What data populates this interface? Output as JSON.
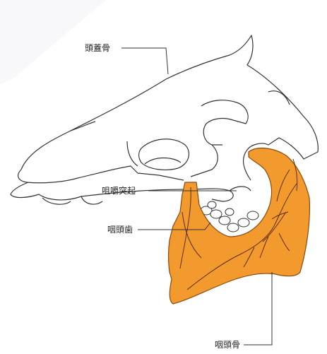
{
  "labels": {
    "cranium": "頭蓋骨",
    "coronoid_process": "咀嚼突起",
    "pharyngeal_teeth": "咽頭歯",
    "pharyngeal_bone": "咽頭骨"
  },
  "colors": {
    "outline": "#333333",
    "pharyngeal_bone_fill": "#F39A2E",
    "background": "#FFFFFF"
  }
}
